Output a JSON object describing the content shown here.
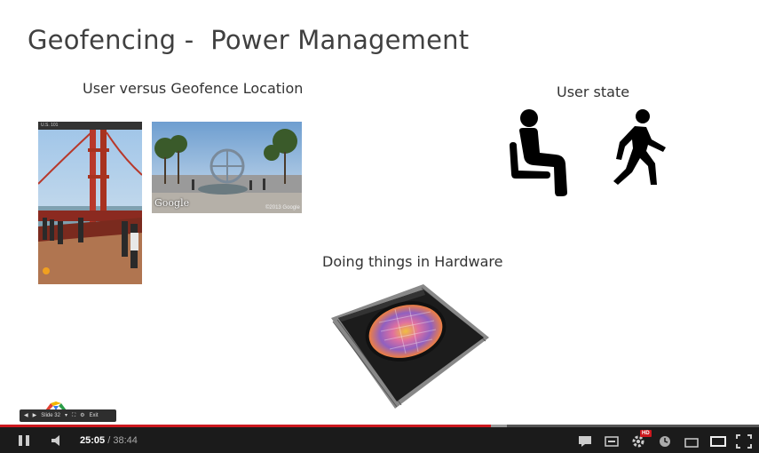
{
  "slide": {
    "title": "Geofencing -  Power Management",
    "subhead_location": "User versus Geofence Location",
    "subhead_user_state": "User state",
    "subhead_hardware": "Doing things in Hardware",
    "photo_left_tag": "U.S. 101",
    "photo_right_watermark": "Google",
    "photo_right_copyright": "©2013 Google",
    "icons": [
      "sitting-person-icon",
      "walking-person-icon",
      "chip-icon"
    ]
  },
  "presenter": {
    "slide_label": "Slide 32",
    "exit_label": "Exit"
  },
  "player": {
    "current_time": "25:05",
    "separator": "/",
    "duration": "38:44",
    "progress_fraction": 0.647,
    "buffered_fraction": 0.668,
    "hd_label": "HD",
    "accent_color": "#cc181e",
    "icons": [
      "pause-icon",
      "volume-icon",
      "captions-icon",
      "annotations-icon",
      "settings-icon",
      "watch-later-icon",
      "small-player-icon",
      "theater-icon",
      "fullscreen-icon"
    ]
  }
}
